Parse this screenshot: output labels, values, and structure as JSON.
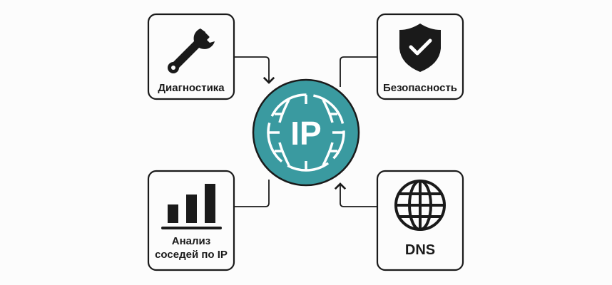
{
  "center": {
    "label": "IP",
    "color": "#3a9aa0"
  },
  "nodes": [
    {
      "label": "Диагностика",
      "icon": "wrench-icon"
    },
    {
      "label": "Безопасность",
      "icon": "shield-check-icon"
    },
    {
      "label_line1": "Анализ",
      "label_line2": "соседей по IP",
      "icon": "bar-chart-icon"
    },
    {
      "label": "DNS",
      "icon": "globe-icon"
    }
  ]
}
